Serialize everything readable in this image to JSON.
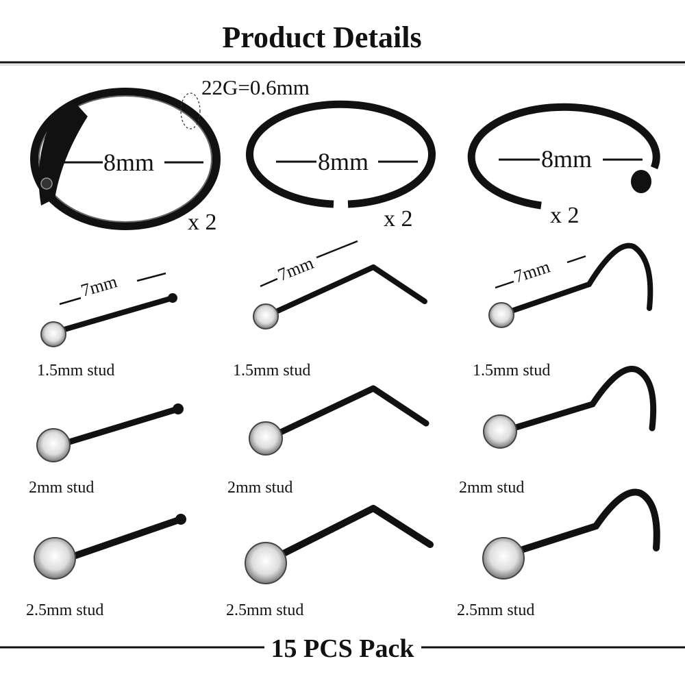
{
  "title": "Product Details",
  "gauge_note": "22G=0.6mm",
  "rings": [
    {
      "size": "8mm",
      "qty": "x 2"
    },
    {
      "size": "8mm",
      "qty": "x 2"
    },
    {
      "size": "8mm",
      "qty": "x 2"
    }
  ],
  "bar_length": "7mm",
  "studs": {
    "row1": [
      "1.5mm stud",
      "1.5mm stud",
      "1.5mm stud"
    ],
    "row2": [
      "2mm stud",
      "2mm stud",
      "2mm stud"
    ],
    "row3": [
      "2.5mm stud",
      "2.5mm stud",
      "2.5mm stud"
    ]
  },
  "footer": "15 PCS Pack",
  "colors": {
    "metal": "#111111",
    "background": "#ffffff"
  }
}
